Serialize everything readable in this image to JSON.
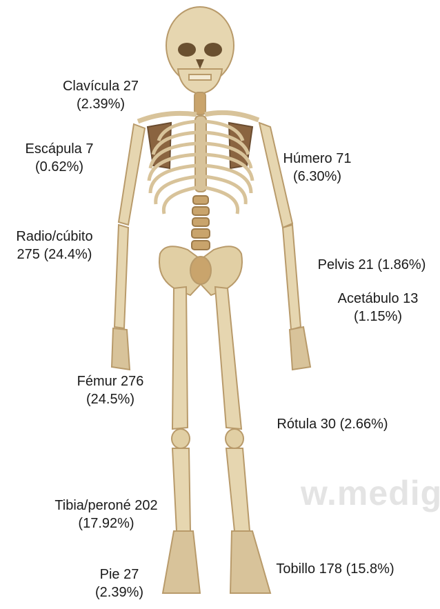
{
  "watermark": "w.medig",
  "labels": {
    "clavicula": {
      "line1": "Clavícula 27",
      "line2": "(2.39%)"
    },
    "escapula": {
      "line1": "Escápula 7",
      "line2": "(0.62%)"
    },
    "humero": {
      "line1": "Húmero 71",
      "line2": "(6.30%)"
    },
    "radio": {
      "line1": "Radio/cúbito",
      "line2": "275 (24.4%)"
    },
    "pelvis": {
      "line1": "Pelvis 21 (1.86%)"
    },
    "acetabulo": {
      "line1": "Acetábulo 13",
      "line2": "(1.15%)"
    },
    "femur": {
      "line1": "Fémur 276",
      "line2": "(24.5%)"
    },
    "rotula": {
      "line1": "Rótula 30 (2.66%)"
    },
    "tibia": {
      "line1": "Tibia/peroné 202",
      "line2": "(17.92%)"
    },
    "pie": {
      "line1": "Pie 27",
      "line2": "(2.39%)"
    },
    "tobillo": {
      "line1": "Tobillo 178 (15.8%)"
    }
  },
  "colors": {
    "bone": "#e6d6b0",
    "bone_dark": "#b89a6a",
    "scapula": "#8a6440",
    "text": "#1a1a1a",
    "watermark": "#e4e4e4"
  }
}
